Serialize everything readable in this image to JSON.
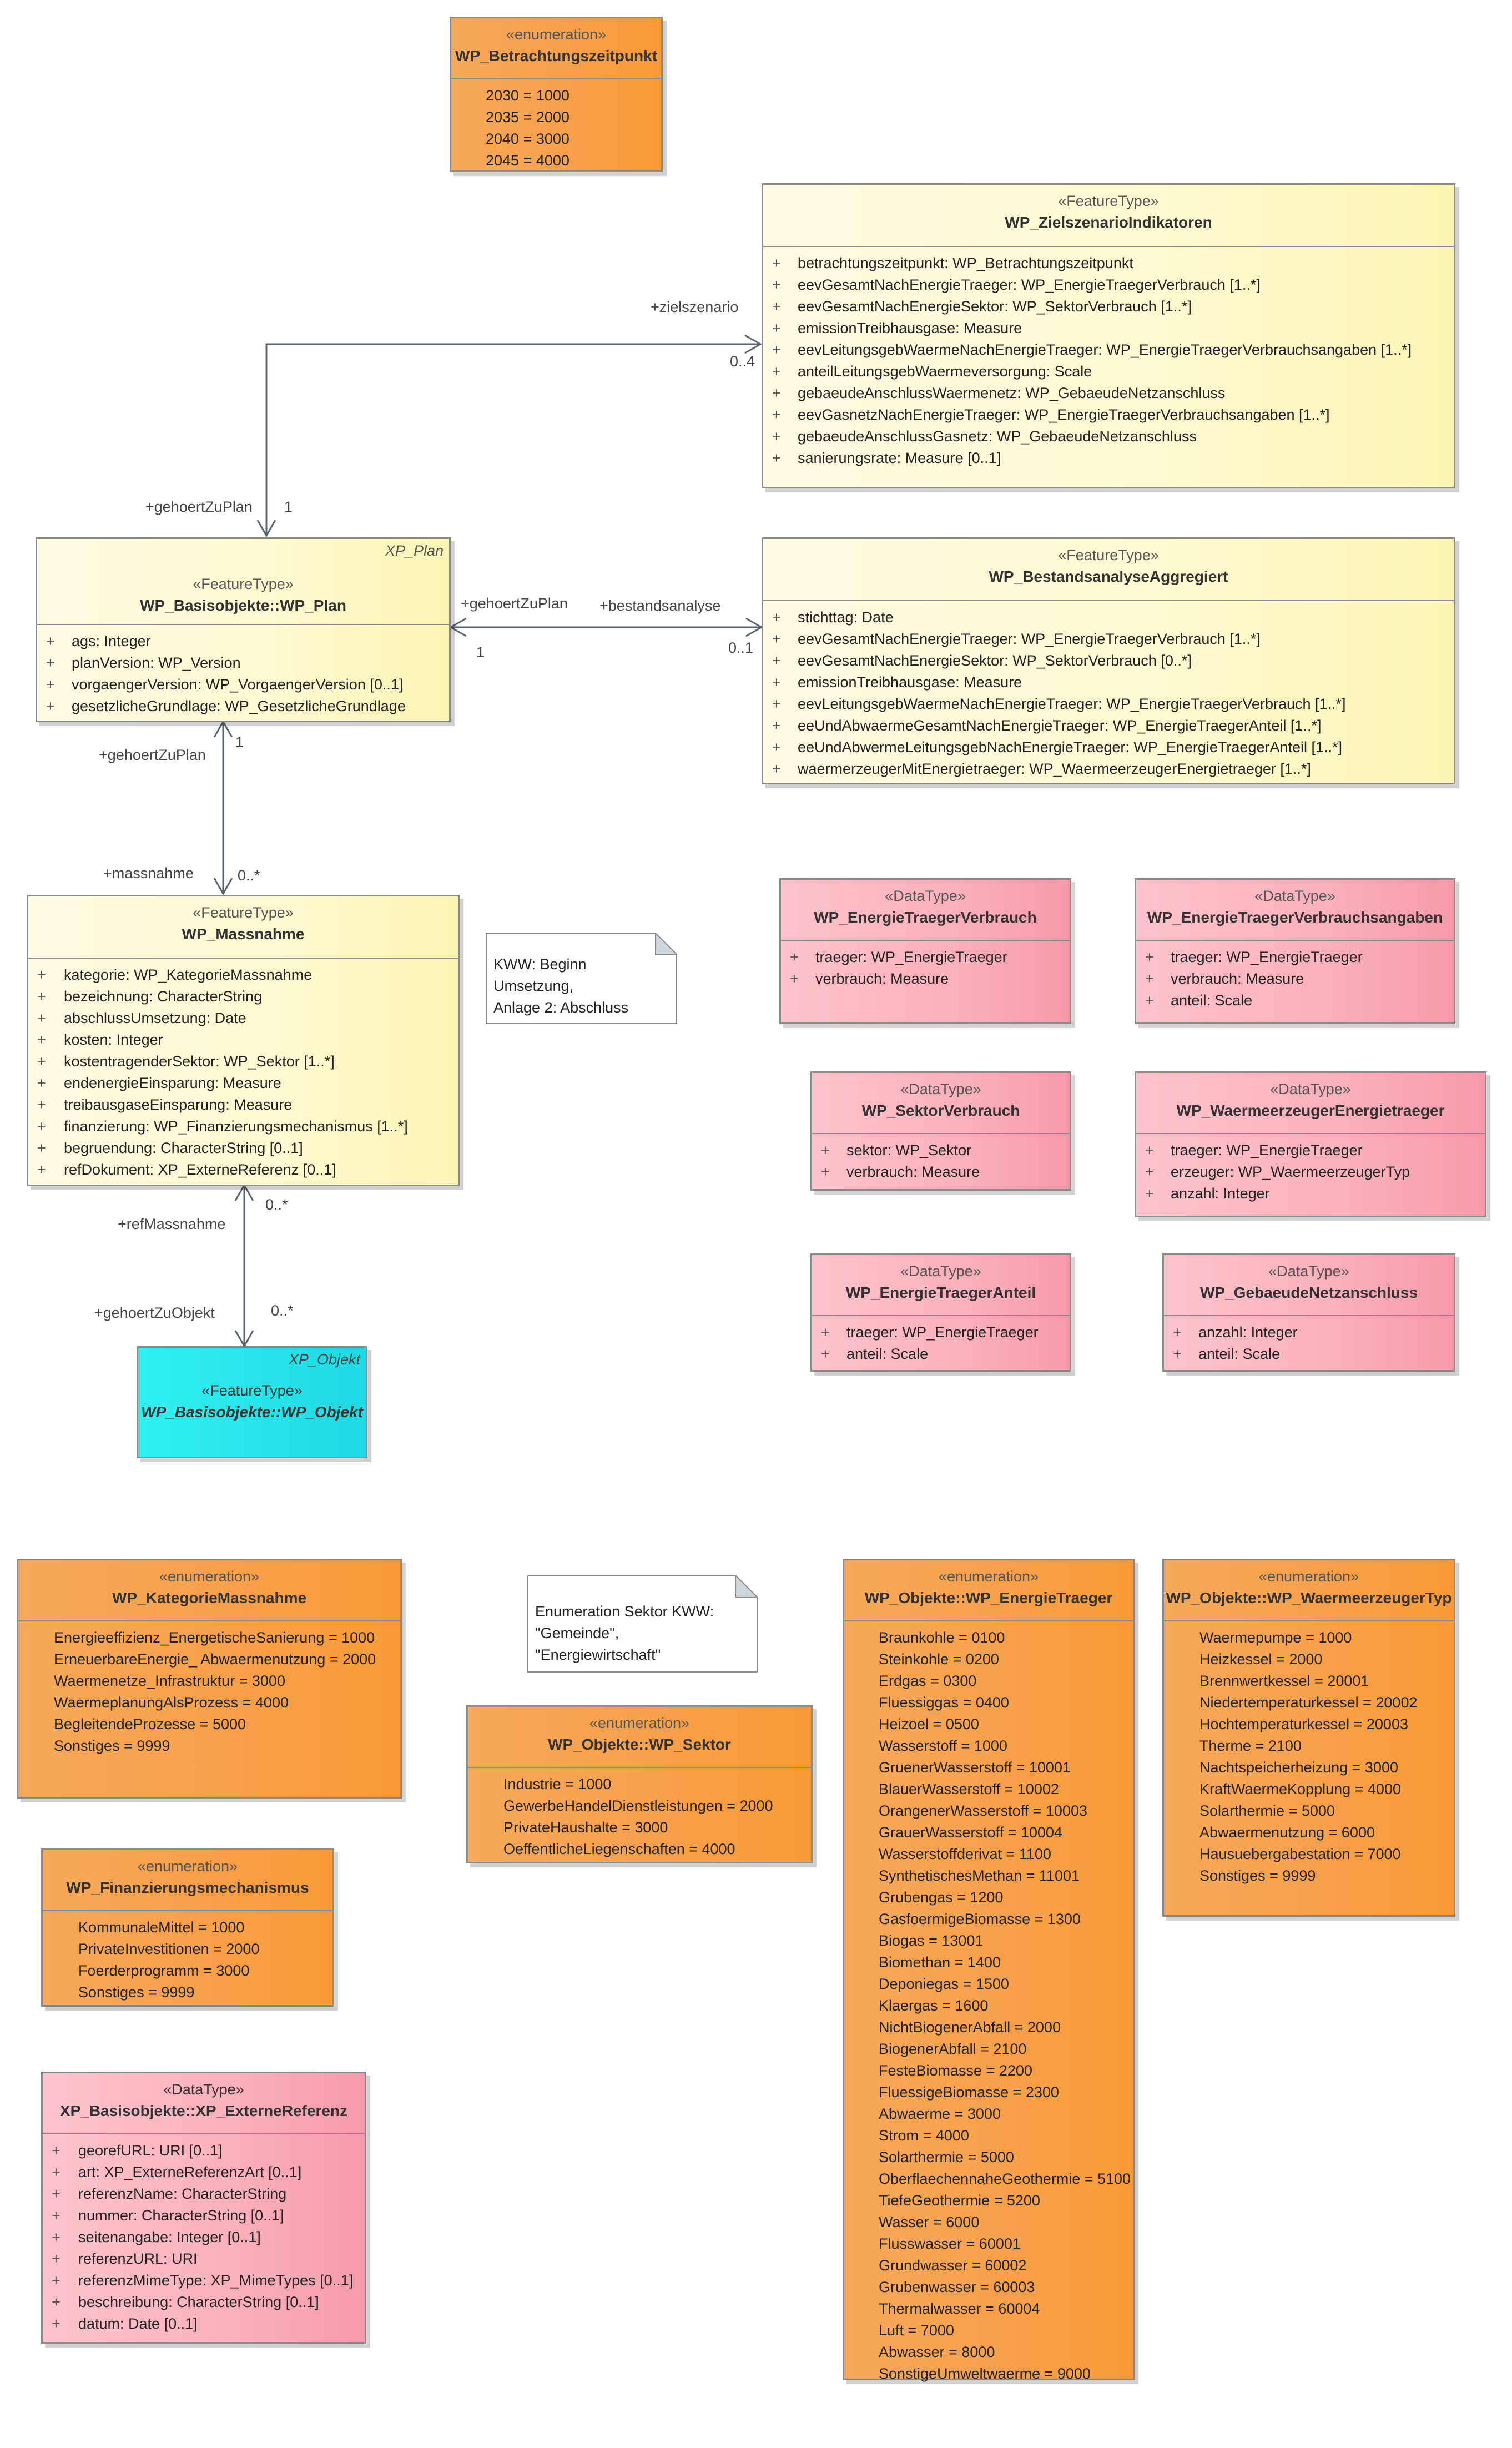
{
  "connections": {
    "zielszenario_role": "+zielszenario",
    "zielszenario_mult": "0..4",
    "plan_role_top": "+gehoertZuPlan",
    "plan_mult_top": "1",
    "bestand_plan_role": "+gehoertZuPlan",
    "bestand_role": "+bestandsanalyse",
    "bestand_plan_mult": "1",
    "bestand_mult": "0..1",
    "massnahme_plan_role": "+gehoertZuPlan",
    "massnahme_plan_mult": "1",
    "massnahme_role": "+massnahme",
    "massnahme_mult": "0..*",
    "refmassnahme_role": "+refMassnahme",
    "refmassnahme_mult": "0..*",
    "objekt_role": "+gehoertZuObjekt",
    "objekt_mult": "0..*"
  },
  "notes": {
    "kww": [
      "KWW: Beginn Umsetzung,",
      "Anlage 2: Abschluss"
    ],
    "sektor": [
      "Enumeration Sektor KWW:",
      "\"Gemeinde\",",
      "\"Energiewirtschaft\""
    ]
  },
  "classes": {
    "betrachtungszeitpunkt": {
      "stereotype": "«enumeration»",
      "name": "WP_Betrachtungszeitpunkt",
      "items": [
        "2030 = 1000",
        "2035 = 2000",
        "2040 = 3000",
        "2045 = 4000"
      ]
    },
    "zielszenario": {
      "stereotype": "«FeatureType»",
      "name": "WP_ZielszenarioIndikatoren",
      "items": [
        "betrachtungszeitpunkt: WP_Betrachtungszeitpunkt",
        "eevGesamtNachEnergieTraeger: WP_EnergieTraegerVerbrauch [1..*]",
        "eevGesamtNachEnergieSektor: WP_SektorVerbrauch [1..*]",
        "emissionTreibhausgase: Measure",
        "eevLeitungsgebWaermeNachEnergieTraeger: WP_EnergieTraegerVerbrauchsangaben [1..*]",
        "anteilLeitungsgebWaermeversorgung: Scale",
        "gebaeudeAnschlussWaermenetz: WP_GebaeudeNetzanschluss",
        "eevGasnetzNachEnergieTraeger: WP_EnergieTraegerVerbrauchsangaben [1..*]",
        "gebaeudeAnschlussGasnetz: WP_GebaeudeNetzanschluss",
        "sanierungsrate: Measure [0..1]"
      ]
    },
    "plan": {
      "package": "XP_Plan",
      "stereotype": "«FeatureType»",
      "name": "WP_Basisobjekte::WP_Plan",
      "items": [
        "ags: Integer",
        "planVersion: WP_Version",
        "vorgaengerVersion: WP_VorgaengerVersion [0..1]",
        "gesetzlicheGrundlage: WP_GesetzlicheGrundlage"
      ]
    },
    "bestand": {
      "stereotype": "«FeatureType»",
      "name": "WP_BestandsanalyseAggregiert",
      "items": [
        "stichttag: Date",
        "eevGesamtNachEnergieTraeger: WP_EnergieTraegerVerbrauch [1..*]",
        "eevGesamtNachEnergieSektor: WP_SektorVerbrauch [0..*]",
        "emissionTreibhausgase: Measure",
        "eevLeitungsgebWaermeNachEnergieTraeger: WP_EnergieTraegerVerbrauch [1..*]",
        "eeUndAbwaermeGesamtNachEnergieTraeger: WP_EnergieTraegerAnteil [1..*]",
        "eeUndAbwermeLeitungsgebNachEnergieTraeger: WP_EnergieTraegerAnteil [1..*]",
        "waermerzeugerMitEnergietraeger: WP_WaermeerzeugerEnergietraeger [1..*]"
      ]
    },
    "massnahme": {
      "stereotype": "«FeatureType»",
      "name": "WP_Massnahme",
      "items": [
        "kategorie: WP_KategorieMassnahme",
        "bezeichnung: CharacterString",
        "abschlussUmsetzung: Date",
        "kosten: Integer",
        "kostentragenderSektor: WP_Sektor [1..*]",
        "endenergieEinsparung: Measure",
        "treibausgaseEinsparung: Measure",
        "finanzierung: WP_Finanzierungsmechanismus [1..*]",
        "begruendung: CharacterString [0..1]",
        "refDokument: XP_ExterneReferenz [0..1]"
      ]
    },
    "objekt": {
      "package": "XP_Objekt",
      "stereotype": "«FeatureType»",
      "name": "WP_Basisobjekte::WP_Objekt"
    },
    "etVerbrauch": {
      "stereotype": "«DataType»",
      "name": "WP_EnergieTraegerVerbrauch",
      "items": [
        "traeger: WP_EnergieTraeger",
        "verbrauch: Measure"
      ]
    },
    "etVerbrauchsangaben": {
      "stereotype": "«DataType»",
      "name": "WP_EnergieTraegerVerbrauchsangaben",
      "items": [
        "traeger: WP_EnergieTraeger",
        "verbrauch: Measure",
        "anteil: Scale"
      ]
    },
    "sektorVerbrauch": {
      "stereotype": "«DataType»",
      "name": "WP_SektorVerbrauch",
      "items": [
        "sektor: WP_Sektor",
        "verbrauch: Measure"
      ]
    },
    "wez": {
      "stereotype": "«DataType»",
      "name": "WP_WaermeerzeugerEnergietraeger",
      "items": [
        "traeger: WP_EnergieTraeger",
        "erzeuger: WP_WaermeerzeugerTyp",
        "anzahl: Integer"
      ]
    },
    "etAnteil": {
      "stereotype": "«DataType»",
      "name": "WP_EnergieTraegerAnteil",
      "items": [
        "traeger: WP_EnergieTraeger",
        "anteil: Scale"
      ]
    },
    "gna": {
      "stereotype": "«DataType»",
      "name": "WP_GebaeudeNetzanschluss",
      "items": [
        "anzahl: Integer",
        "anteil: Scale"
      ]
    },
    "kategorie": {
      "stereotype": "«enumeration»",
      "name": "WP_KategorieMassnahme",
      "items": [
        "Energieeffizienz_EnergetischeSanierung = 1000",
        "ErneuerbareEnergie_ Abwaermenutzung = 2000",
        "Waermenetze_Infrastruktur = 3000",
        "WaermeplanungAlsProzess = 4000",
        "BegleitendeProzesse = 5000",
        "Sonstiges = 9999"
      ]
    },
    "sektor": {
      "stereotype": "«enumeration»",
      "name": "WP_Objekte::WP_Sektor",
      "items": [
        "Industrie = 1000",
        "GewerbeHandelDienstleistungen = 2000",
        "PrivateHaushalte = 3000",
        "OeffentlicheLiegenschaften = 4000"
      ]
    },
    "energietraeger": {
      "stereotype": "«enumeration»",
      "name": "WP_Objekte::WP_EnergieTraeger",
      "items": [
        "Braunkohle = 0100",
        "Steinkohle = 0200",
        "Erdgas = 0300",
        "Fluessiggas = 0400",
        "Heizoel = 0500",
        "Wasserstoff = 1000",
        "GruenerWasserstoff = 10001",
        "BlauerWasserstoff = 10002",
        "OrangenerWasserstoff = 10003",
        "GrauerWasserstoff = 10004",
        "Wasserstoffderivat = 1100",
        "SynthetischesMethan = 11001",
        "Grubengas = 1200",
        "GasfoermigeBiomasse = 1300",
        "Biogas = 13001",
        "Biomethan = 1400",
        "Deponiegas = 1500",
        "Klaergas = 1600",
        "NichtBiogenerAbfall = 2000",
        "BiogenerAbfall = 2100",
        "FesteBiomasse = 2200",
        "FluessigeBiomasse = 2300",
        "Abwaerme = 3000",
        "Strom = 4000",
        "Solarthermie = 5000",
        "OberflaechennaheGeothermie = 5100",
        "TiefeGeothermie = 5200",
        "Wasser = 6000",
        "Flusswasser = 60001",
        "Grundwasser = 60002",
        "Grubenwasser = 60003",
        "Thermalwasser = 60004",
        "Luft = 7000",
        "Abwasser = 8000",
        "SonstigeUmweltwaerme = 9000"
      ]
    },
    "erzeugertyp": {
      "stereotype": "«enumeration»",
      "name": "WP_Objekte::WP_WaermeerzeugerTyp",
      "items": [
        "Waermepumpe = 1000",
        "Heizkessel = 2000",
        "Brennwertkessel = 20001",
        "Niedertemperaturkessel = 20002",
        "Hochtemperaturkessel = 20003",
        "Therme = 2100",
        "Nachtspeicherheizung = 3000",
        "KraftWaermeKopplung = 4000",
        "Solarthermie = 5000",
        "Abwaermenutzung = 6000",
        "Hausuebergabestation = 7000",
        "Sonstiges = 9999"
      ]
    },
    "finanzierung": {
      "stereotype": "«enumeration»",
      "name": "WP_Finanzierungsmechanismus",
      "items": [
        "KommunaleMittel = 1000",
        "PrivateInvestitionen = 2000",
        "Foerderprogramm = 3000",
        "Sonstiges = 9999"
      ]
    },
    "externeRef": {
      "stereotype": "«DataType»",
      "name": "XP_Basisobjekte::XP_ExterneReferenz",
      "items": [
        "georefURL: URI [0..1]",
        "art: XP_ExterneReferenzArt [0..1]",
        "referenzName: CharacterString",
        "nummer: CharacterString [0..1]",
        "seitenangabe: Integer [0..1]",
        "referenzURL: URI",
        "referenzMimeType: XP_MimeTypes [0..1]",
        "beschreibung: CharacterString [0..1]",
        "datum: Date [0..1]"
      ]
    }
  }
}
